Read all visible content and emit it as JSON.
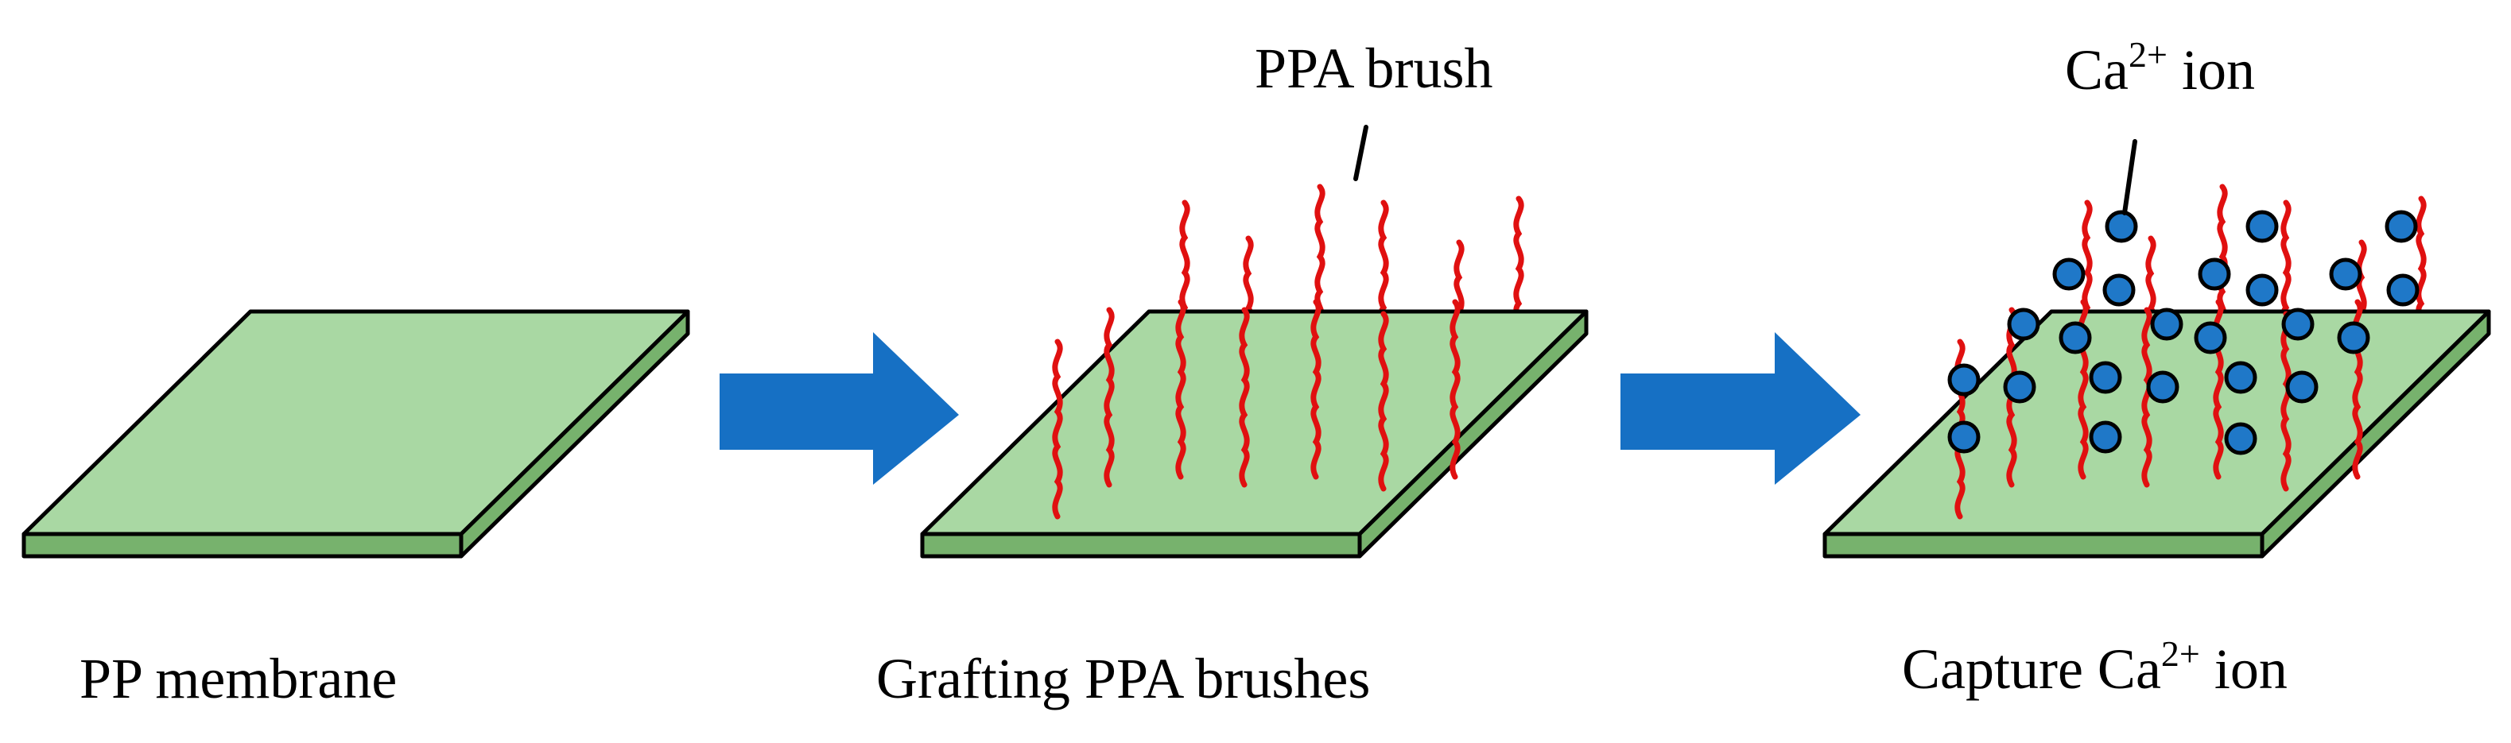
{
  "colors": {
    "membrane_fill": "#a9d8a3",
    "membrane_edge": "#77b26d",
    "outline": "#000000",
    "brush": "#e01010",
    "ion": "#1f78c8",
    "arrow": "#1670c4"
  },
  "labels": {
    "step1": "PP membrane",
    "step2": "Grafting PPA brushes",
    "step3_prefix": "Capture Ca",
    "step3_sup": "2+",
    "step3_suffix": " ion"
  },
  "annotations": {
    "brush_label": "PPA brush",
    "ion_prefix": "Ca",
    "ion_sup": "2+",
    "ion_suffix": " ion"
  },
  "icons": {
    "process_arrow": "arrow-right-icon",
    "brush": "wavy-chain-icon",
    "ion": "circle-icon"
  }
}
